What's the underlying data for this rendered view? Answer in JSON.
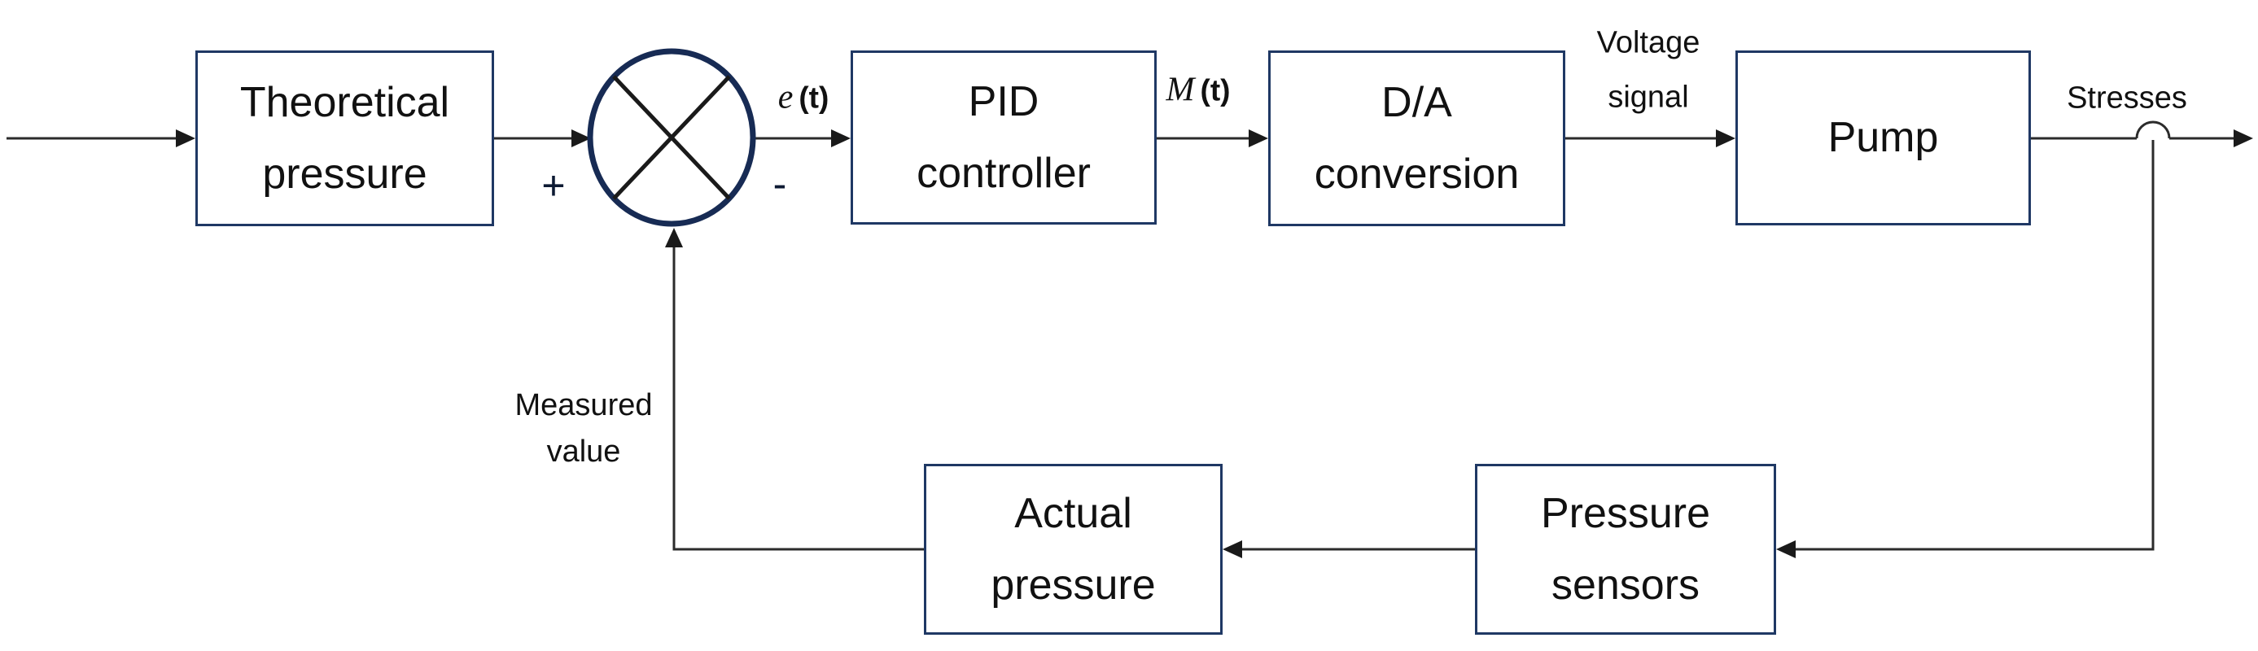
{
  "diagram": {
    "type": "control-loop-block-diagram",
    "colors": {
      "box_border": "#1f3864",
      "junction_border": "#172b54",
      "connector_line": "#2b2b2b",
      "text": "#111111",
      "background": "#ffffff"
    },
    "blocks": {
      "theoretical": {
        "line1": "Theoretical",
        "line2": "pressure"
      },
      "pid": {
        "line1": "PID",
        "line2": "controller"
      },
      "da": {
        "line1": "D/A",
        "line2": "conversion"
      },
      "pump": {
        "line1": "Pump"
      },
      "actual": {
        "line1": "Actual",
        "line2": "pressure"
      },
      "sensors": {
        "line1": "Pressure",
        "line2": "sensors"
      }
    },
    "junction": {
      "plus": "+",
      "minus": "-"
    },
    "signals": {
      "error": {
        "var": "e",
        "suffix": "(t)"
      },
      "control": {
        "var": "M",
        "suffix": "(t)"
      },
      "voltage": {
        "line1": "Voltage",
        "line2": "signal"
      },
      "stresses": "Stresses",
      "measured": {
        "line1": "Measured",
        "line2": "value"
      }
    }
  }
}
